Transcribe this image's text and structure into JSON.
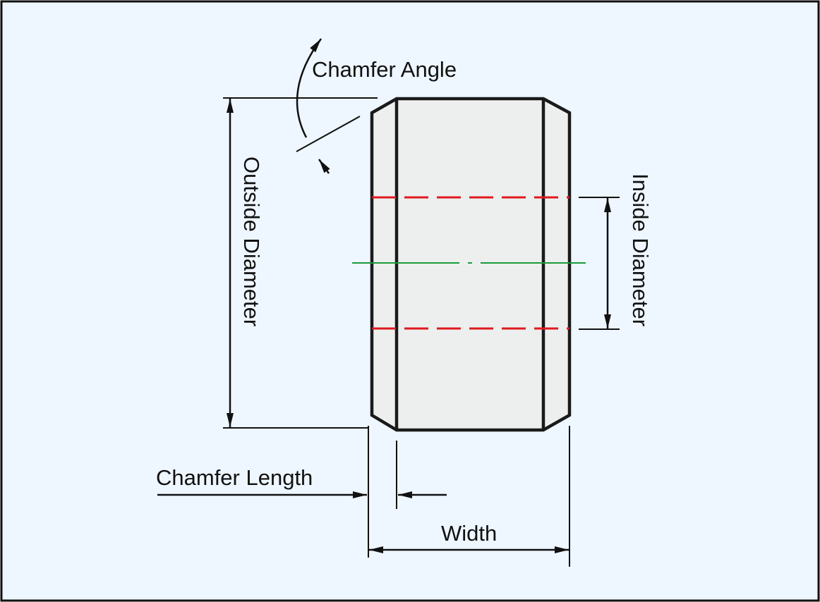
{
  "labels": {
    "chamfer_angle": "Chamfer Angle",
    "outside_diameter": "Outside Diameter",
    "inside_diameter": "Inside Diameter",
    "chamfer_length": "Chamfer Length",
    "width": "Width"
  },
  "colors": {
    "background": "#EEF6FF",
    "frame": "#111111",
    "part_fill": "#EDEFEF",
    "outline": "#1A1A1A",
    "hidden_line": "#E0191E",
    "center_line": "#1A9A3A"
  }
}
